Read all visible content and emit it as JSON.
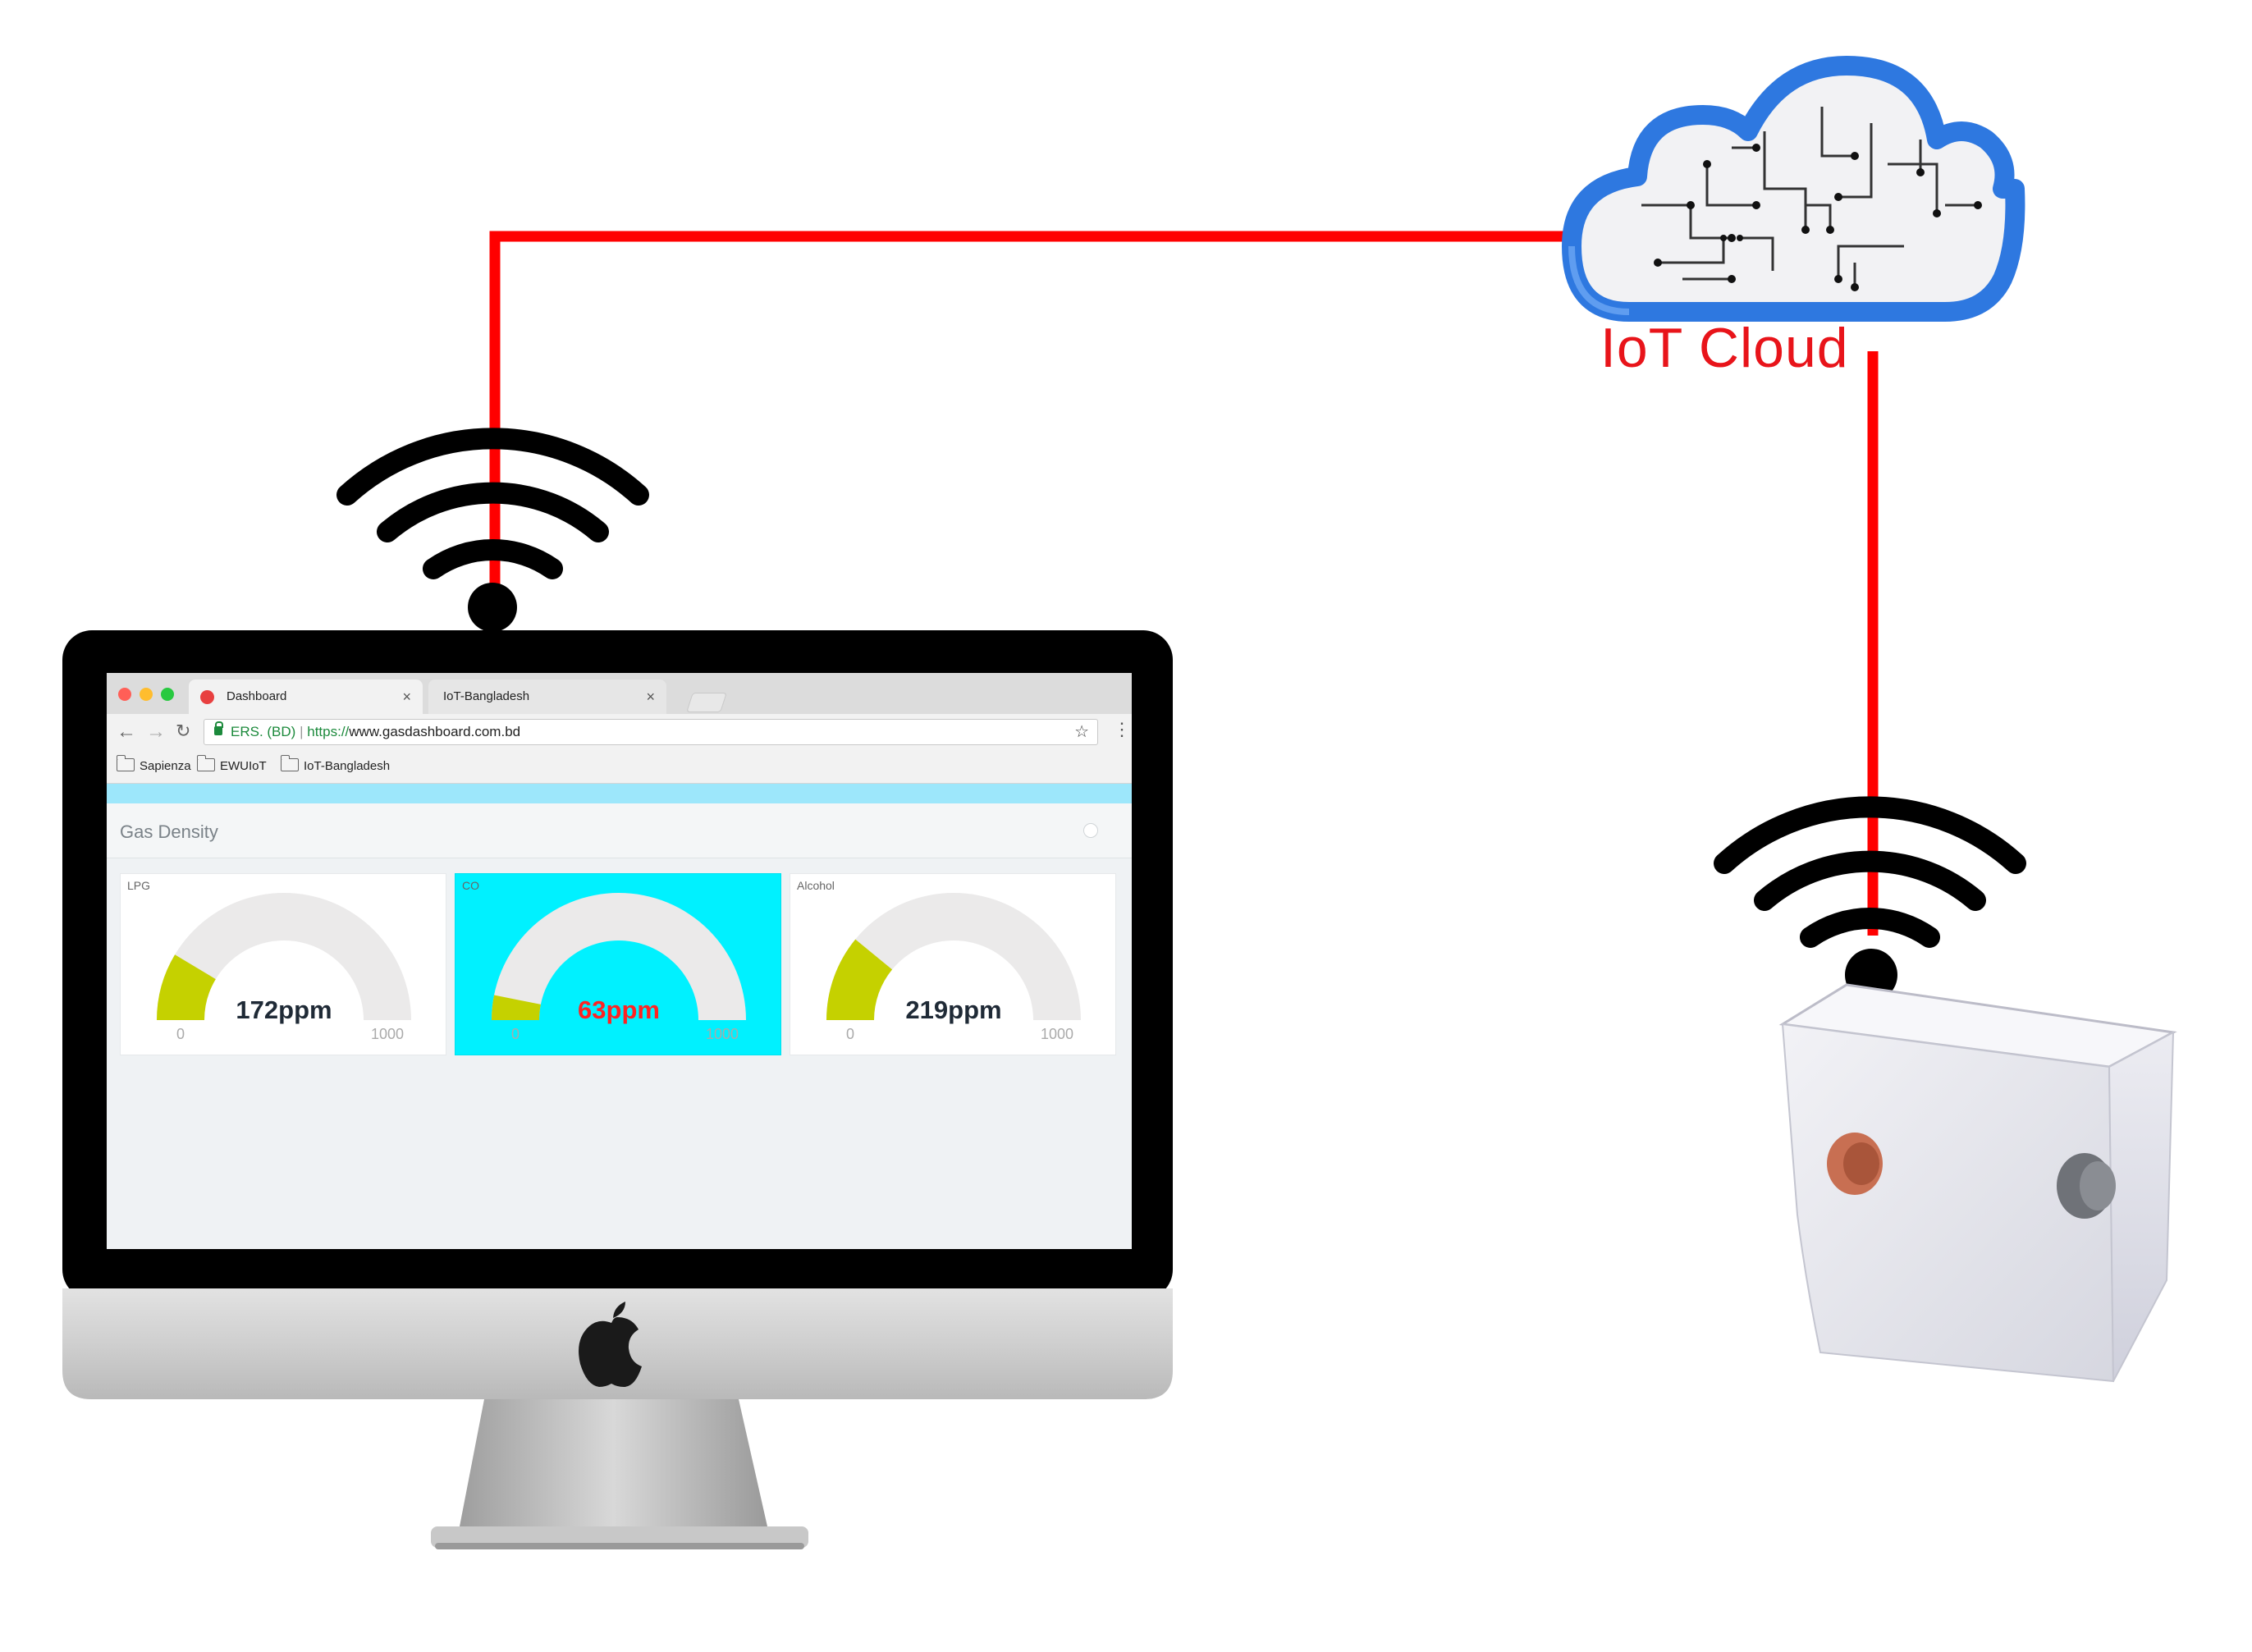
{
  "diagram": {
    "cloud_label": "IoT Cloud",
    "colors": {
      "link_line": "#ff0000",
      "wifi_symbol": "#000000",
      "cloud_outline": "#2e78e0"
    },
    "icons": [
      "cloud-circuit-icon",
      "wifi-icon",
      "wifi-icon",
      "apple-logo-icon"
    ]
  },
  "browser": {
    "tabs": [
      {
        "label": "Dashboard",
        "close": "×"
      },
      {
        "label": "IoT-Bangladesh",
        "close": "×"
      }
    ],
    "address": {
      "secure_label": "ERS. (BD)",
      "separator": "|",
      "scheme": "https://",
      "host": "www.gasdashboard.com.bd"
    },
    "bookmarks": [
      "Sapienza",
      "EWUIoT",
      "IoT-Bangladesh"
    ]
  },
  "dashboard": {
    "panel_title": "Gas Density",
    "gauges": [
      {
        "title": "LPG",
        "value": 172,
        "display": "172ppm",
        "min": 0,
        "max": 1000,
        "min_label": "0",
        "max_label": "1000",
        "fill_color": "#c5d100",
        "track_color": "#ebeaea",
        "alert": false
      },
      {
        "title": "CO",
        "value": 63,
        "display": "63ppm",
        "min": 0,
        "max": 1000,
        "min_label": "0",
        "max_label": "1000",
        "fill_color": "#c5d100",
        "track_color": "#ebeaea",
        "alert": true,
        "alert_bg": "#00f1ff"
      },
      {
        "title": "Alcohol",
        "value": 219,
        "display": "219ppm",
        "min": 0,
        "max": 1000,
        "min_label": "0",
        "max_label": "1000",
        "fill_color": "#c5d100",
        "track_color": "#ebeaea",
        "alert": false
      }
    ]
  }
}
